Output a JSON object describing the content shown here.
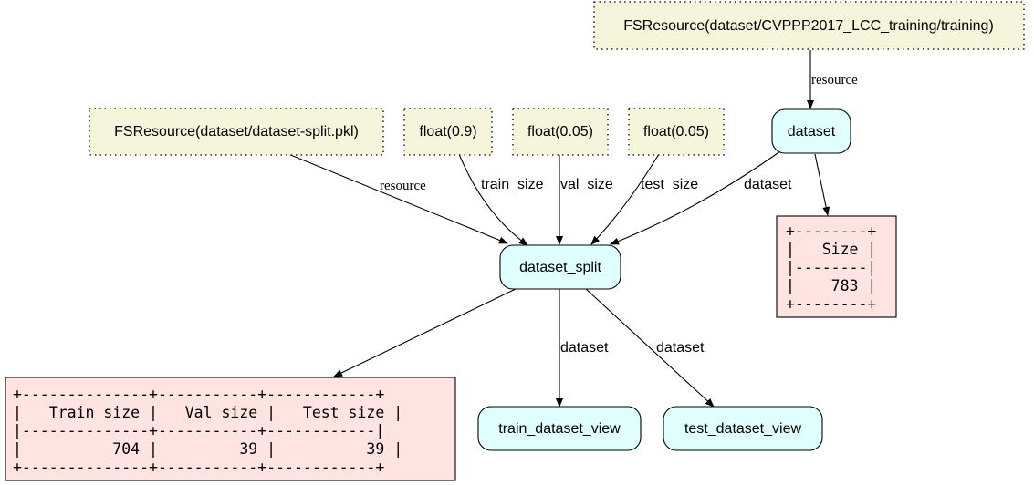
{
  "nodes": {
    "res_training": "FSResource(dataset/CVPPP2017_LCC_training/training)",
    "res_split": "FSResource(dataset/dataset-split.pkl)",
    "float_train": "float(0.9)",
    "float_val": "float(0.05)",
    "float_test": "float(0.05)",
    "dataset": "dataset",
    "dataset_split": "dataset_split",
    "train_view": "train_dataset_view",
    "test_view": "test_dataset_view"
  },
  "edges": {
    "training_to_dataset": "resource",
    "split_res_to_split": "resource",
    "train_to_split": "train_size",
    "val_to_split": "val_size",
    "test_to_split": "test_size",
    "dataset_to_split": "dataset",
    "split_to_train_view": "dataset",
    "split_to_test_view": "dataset"
  },
  "size_table": {
    "lines": [
      "+--------+",
      "|   Size |",
      "|--------|",
      "|    783 |",
      "+--------+"
    ]
  },
  "split_table": {
    "lines": [
      "+--------------+-----------+------------+",
      "|   Train size |   Val size |   Test size |",
      "|--------------+-----------+------------|",
      "|          704 |         39 |          39 |",
      "+--------------+-----------+------------+"
    ]
  }
}
